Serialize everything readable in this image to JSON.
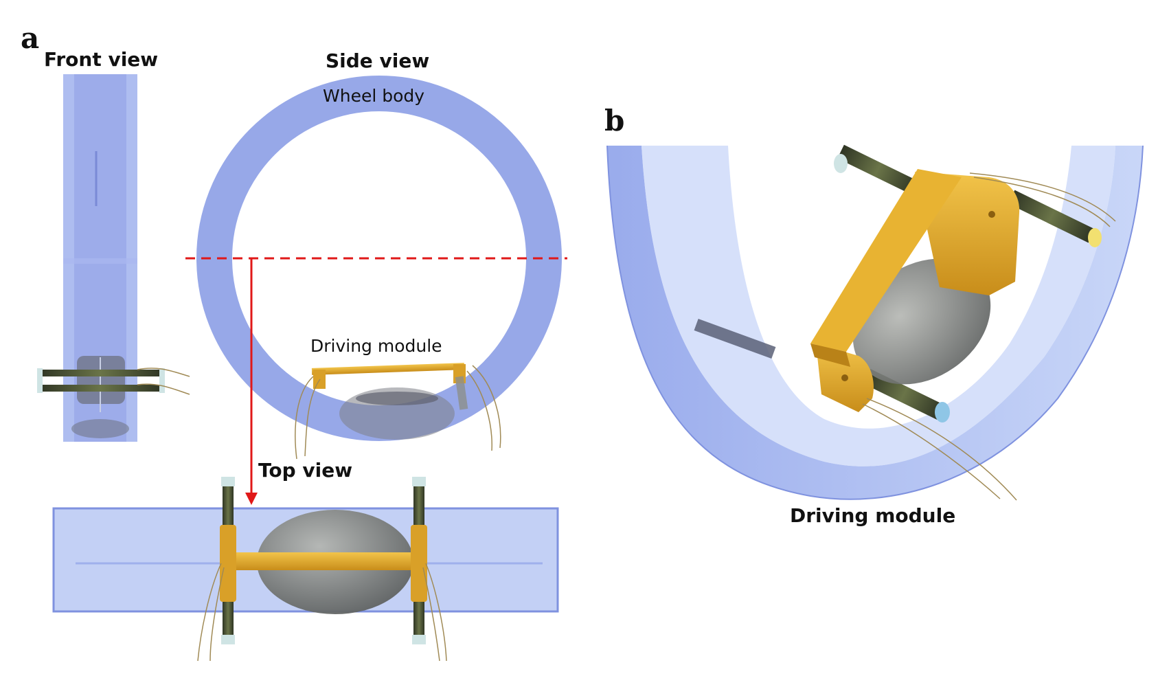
{
  "panels": {
    "a": {
      "letter": "a",
      "front_view_title": "Front view",
      "side_view_title": "Side view",
      "top_view_title": "Top view",
      "wheel_body_label": "Wheel body",
      "driving_module_label": "Driving module"
    },
    "b": {
      "letter": "b",
      "driving_module_label": "Driving module"
    }
  },
  "colors": {
    "wheel_body": "#8c9ee6",
    "wheel_body_light": "#b9c8f3",
    "driving_frame": "#e0a82a",
    "rod": "#4a5234",
    "motor": "#7d7f80",
    "section_line": "#e01818",
    "wire": "#a08a55"
  }
}
